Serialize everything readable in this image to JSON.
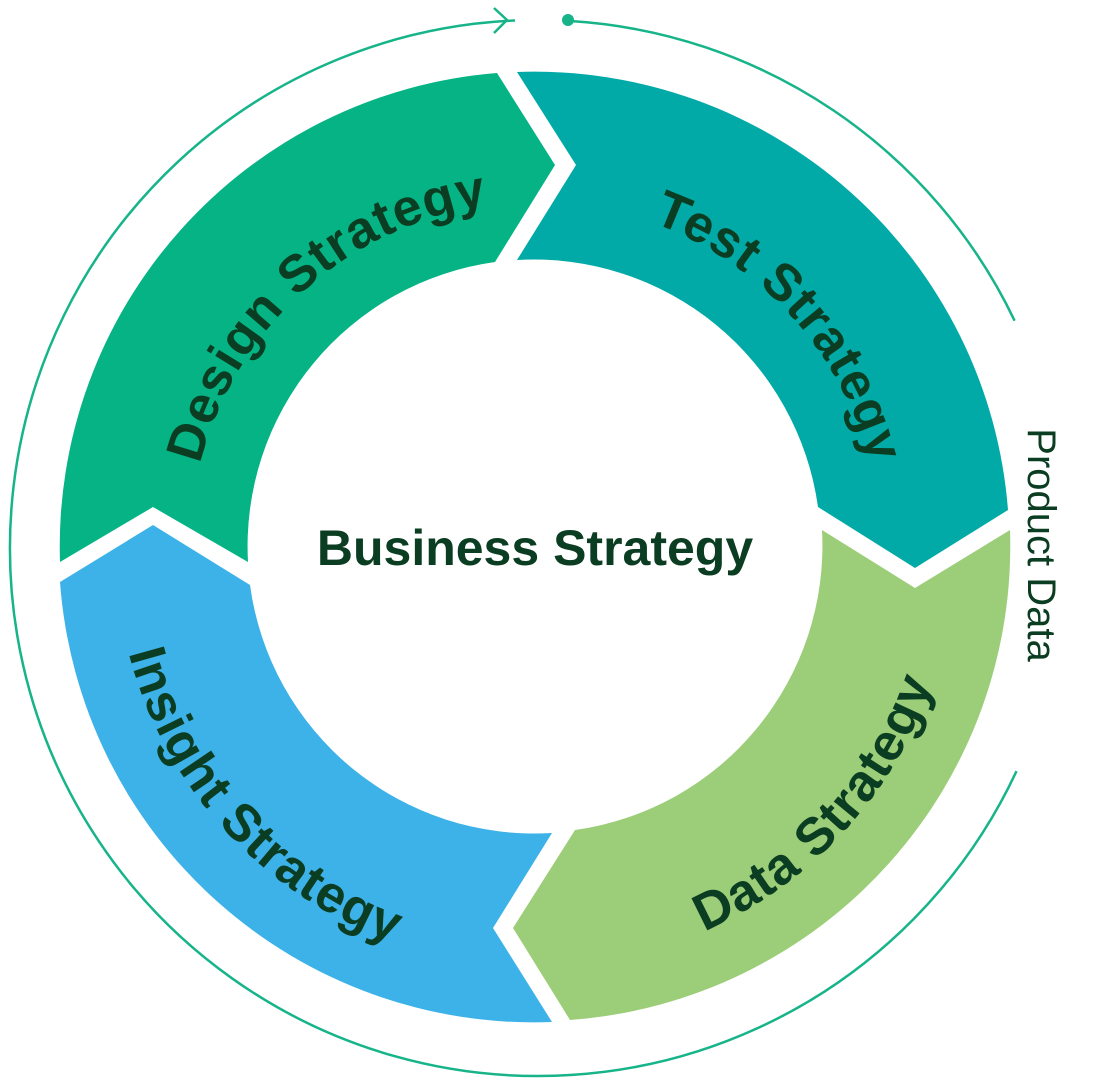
{
  "center": {
    "label": "Business Strategy"
  },
  "segments": [
    {
      "id": "design",
      "label": "Design Strategy",
      "color": "#05b384"
    },
    {
      "id": "test",
      "label": "Test Strategy",
      "color": "#02aaa7"
    },
    {
      "id": "data",
      "label": "Data Strategy",
      "color": "#9ccd78"
    },
    {
      "id": "insight",
      "label": "Insight Strategy",
      "color": "#3db2e8"
    }
  ],
  "outer_cycle": {
    "label": "Product Data",
    "color": "#17b48a"
  },
  "text_color": "#0b3d22"
}
